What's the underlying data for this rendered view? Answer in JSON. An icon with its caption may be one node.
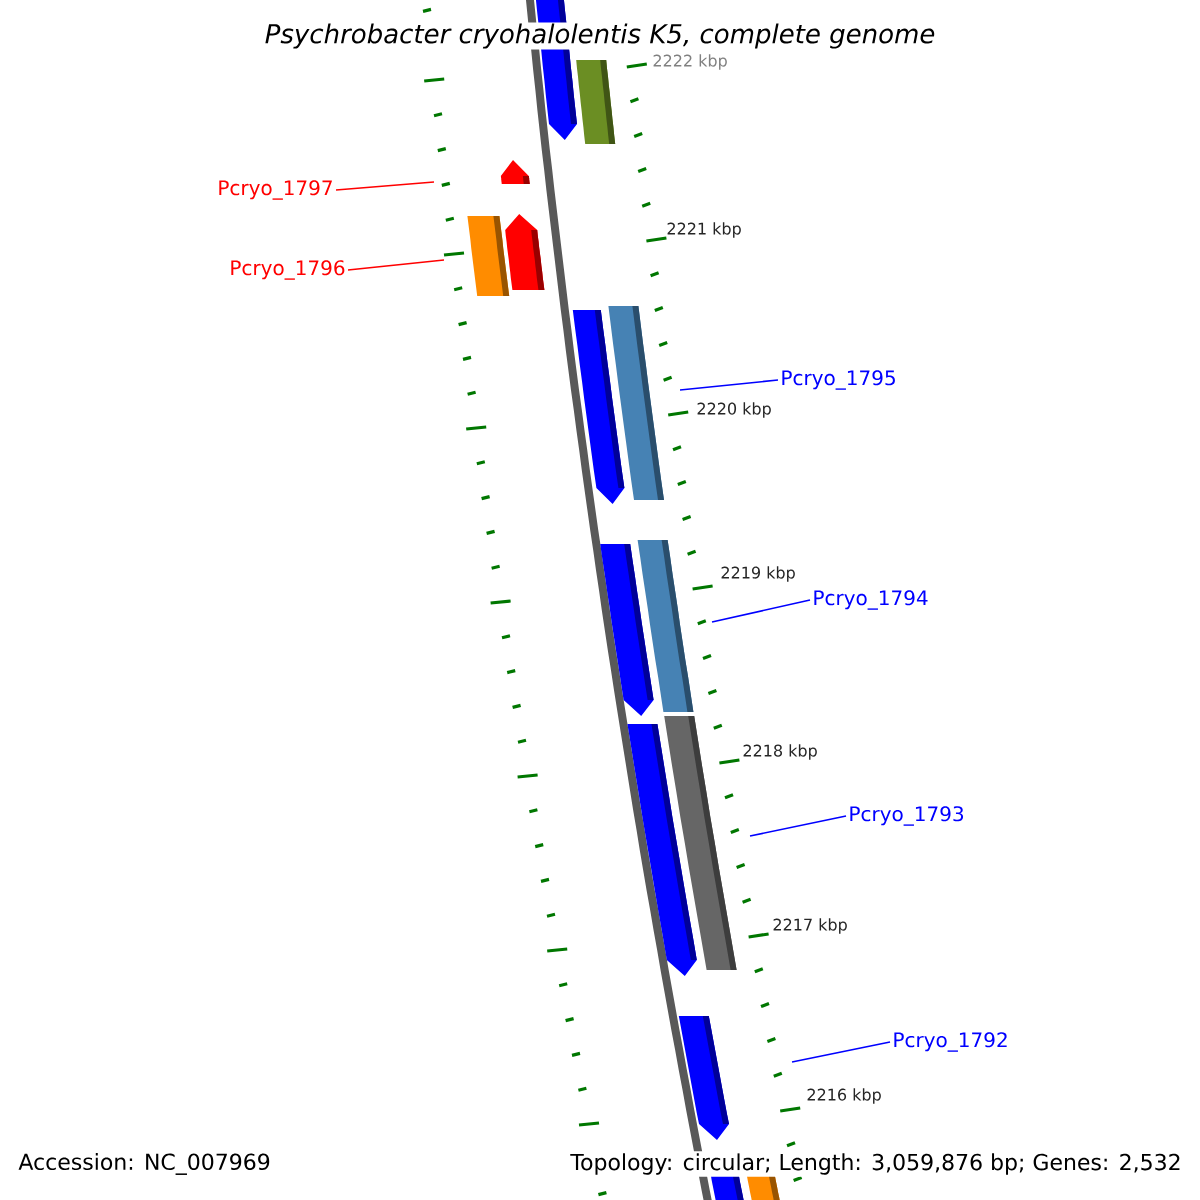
{
  "diagram": {
    "title": "Psychrobacter cryohalolentis K5, complete genome",
    "nodes": [
      {
        "text": [
          "Pcryo_1797"
        ]
      },
      {
        "text": [
          "Pcryo_1796"
        ]
      },
      {
        "text": [
          "Pcryo_1795"
        ]
      },
      {
        "text": [
          "Pcryo_1794"
        ]
      },
      {
        "text": [
          "Pcryo_1793"
        ]
      },
      {
        "text": [
          "Pcryo_1792"
        ]
      }
    ],
    "edges": [
      {
        "from": 0,
        "to": null,
        "arrow": "none",
        "color": "#ff0000"
      },
      {
        "from": 1,
        "to": null,
        "arrow": "none",
        "color": "#ff0000"
      },
      {
        "from": 2,
        "to": null,
        "arrow": "none"
      },
      {
        "from": 3,
        "to": null,
        "arrow": "none"
      },
      {
        "from": 4,
        "to": null,
        "arrow": "none"
      },
      {
        "from": 5,
        "to": null,
        "arrow": "none"
      }
    ],
    "labels": [
      "2222 kbp",
      "2221 kbp",
      "2220 kbp",
      "2219 kbp",
      "2218 kbp",
      "2217 kbp",
      "2216 kbp",
      "Accession: NC_007969",
      "Topology: circular; Length: 3,059,876 bp; Genes: 2,532"
    ]
  }
}
